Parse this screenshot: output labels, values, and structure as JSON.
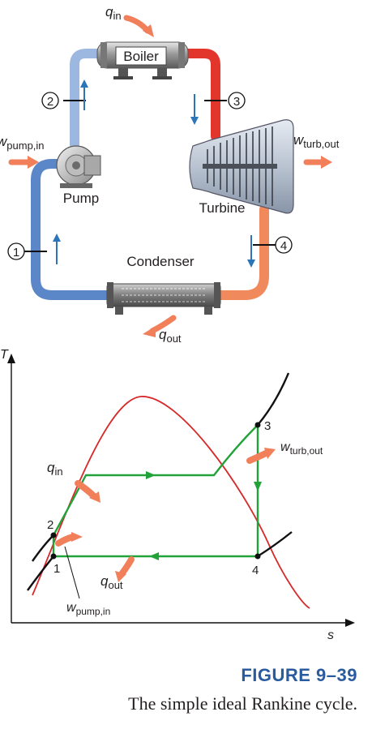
{
  "schematic": {
    "components": {
      "boiler": "Boiler",
      "pump": "Pump",
      "turbine": "Turbine",
      "condenser": "Condenser"
    },
    "states": [
      "1",
      "2",
      "3",
      "4"
    ],
    "energy": {
      "q_in": {
        "sym": "q",
        "sub": "in"
      },
      "q_out": {
        "sym": "q",
        "sub": "out"
      },
      "w_pump_in": {
        "sym": "w",
        "sub": "pump,in"
      },
      "w_turb_out": {
        "sym": "w",
        "sub": "turb,out"
      }
    },
    "colors": {
      "cold_pipe": "#5b87c9",
      "light_pipe": "#9db8e0",
      "hot_pipe": "#e2362d",
      "warm_pipe": "#f08a5d",
      "flow_arrow": "#2a76b8",
      "heat_arrow": "#f07f5a"
    }
  },
  "ts_diagram": {
    "axes": {
      "x": "s",
      "y": "T"
    },
    "points": [
      "1",
      "2",
      "3",
      "4"
    ],
    "energy": {
      "q_in": {
        "sym": "q",
        "sub": "in"
      },
      "q_out": {
        "sym": "q",
        "sub": "out"
      },
      "w_pump_in": {
        "sym": "w",
        "sub": "pump,in"
      },
      "w_turb_out": {
        "sym": "w",
        "sub": "turb,out"
      }
    },
    "colors": {
      "dome": "#d62a2a",
      "cycle": "#22a33a",
      "isobar": "#111111"
    }
  },
  "caption": {
    "figure": "FIGURE 9–39",
    "text": "The simple ideal Rankine cycle."
  }
}
